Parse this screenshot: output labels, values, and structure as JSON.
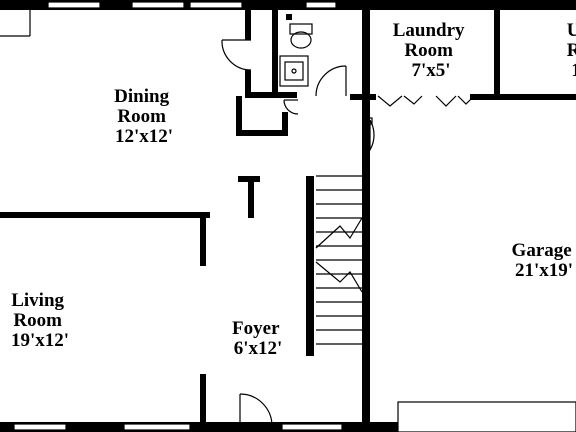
{
  "plan": {
    "line_color": "#000000",
    "background": "#ffffff",
    "rooms": [
      {
        "id": "dining",
        "name_lines": [
          "Dining",
          "Room"
        ],
        "size": "12'x12'"
      },
      {
        "id": "laundry",
        "name_lines": [
          "Laundry",
          "Room"
        ],
        "size": "7'x5'"
      },
      {
        "id": "utility",
        "name_lines": [
          "U",
          "R"
        ],
        "size": "1"
      },
      {
        "id": "living",
        "name_lines": [
          "Living",
          "Room"
        ],
        "size": "19'x12'"
      },
      {
        "id": "foyer",
        "name_lines": [
          "Foyer"
        ],
        "size": "6'x12'"
      },
      {
        "id": "garage",
        "name_lines": [
          "Garage"
        ],
        "size": "21'x19'"
      }
    ]
  }
}
